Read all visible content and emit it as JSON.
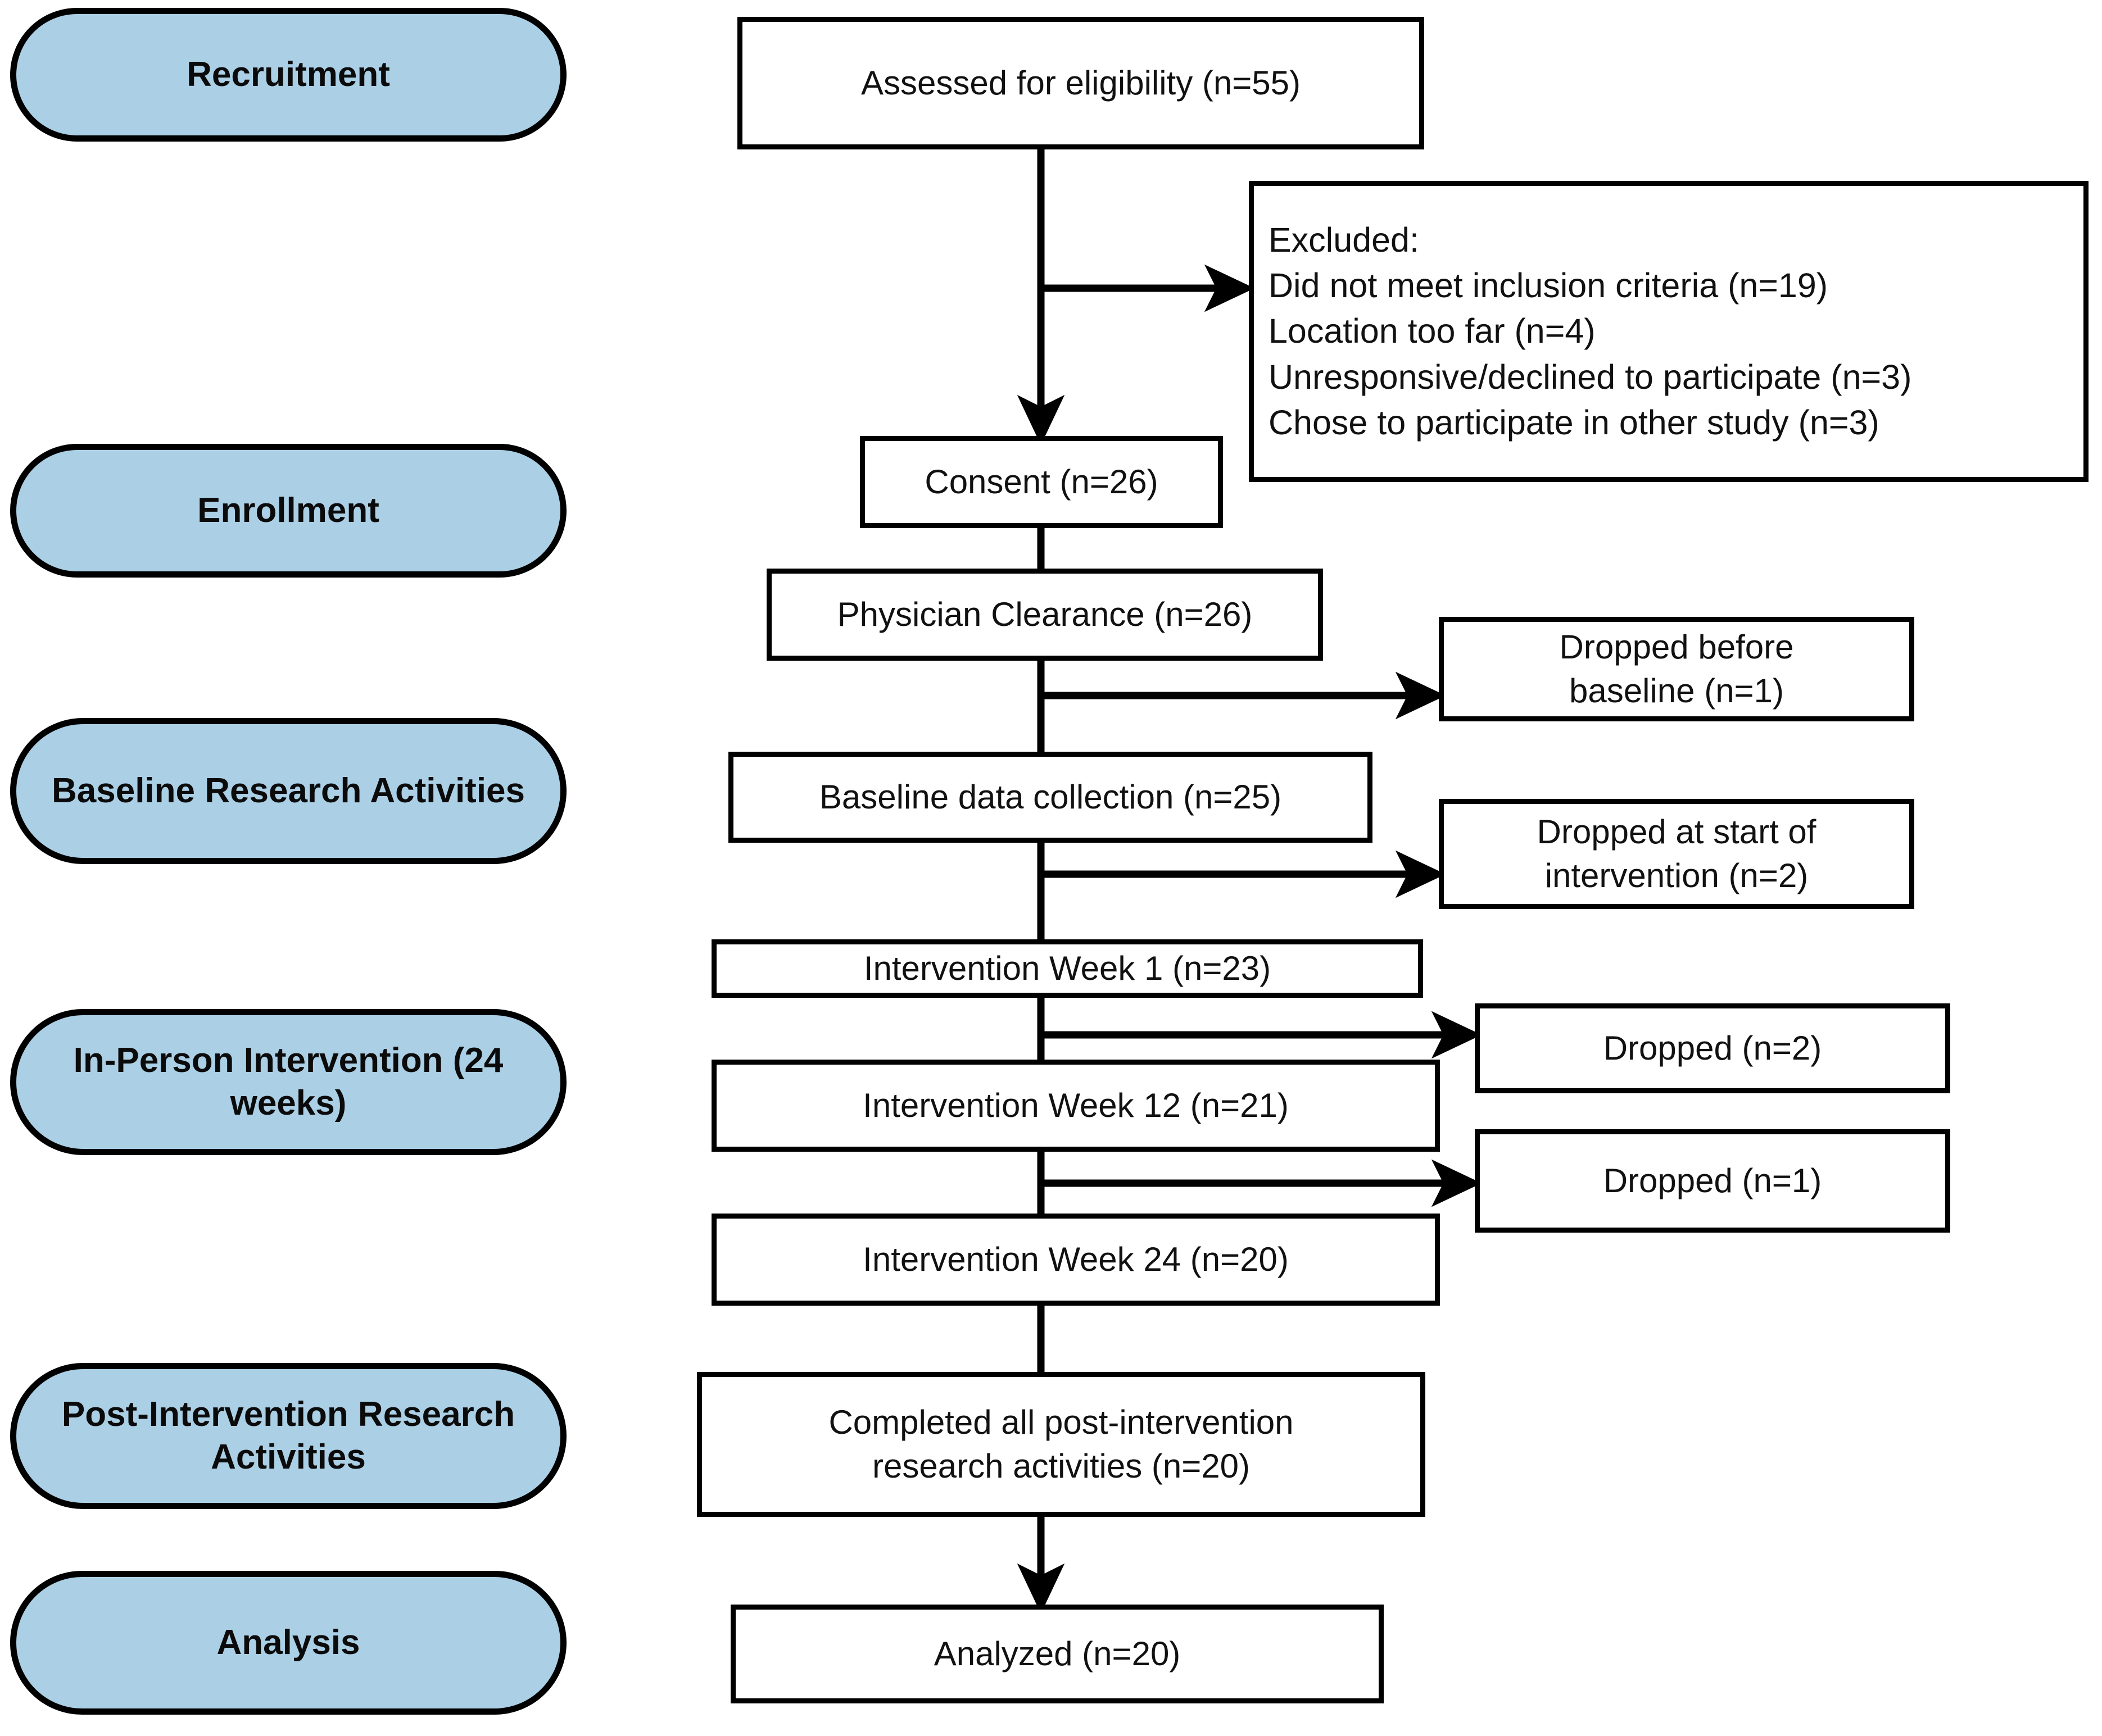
{
  "figure": {
    "type": "participant-flow-diagram",
    "accent_color": "#abcfe5",
    "line_color": "#000000",
    "background": "#ffffff"
  },
  "stages": [
    {
      "id": "recruitment",
      "label": "Recruitment"
    },
    {
      "id": "enrollment",
      "label": "Enrollment"
    },
    {
      "id": "baseline",
      "label": "Baseline Research\nActivities"
    },
    {
      "id": "intervention",
      "label": "In-Person Intervention\n(24 weeks)"
    },
    {
      "id": "post-intervention",
      "label": "Post-Intervention\nResearch Activities"
    },
    {
      "id": "analysis",
      "label": "Analysis"
    }
  ],
  "flow": [
    {
      "id": "assessed",
      "label": "Assessed for eligibility (n=55)",
      "n": 55
    },
    {
      "id": "consent",
      "label": "Consent  (n=26)",
      "n": 26
    },
    {
      "id": "physician-clearance",
      "label": "Physician Clearance (n=26)",
      "n": 26
    },
    {
      "id": "baseline-data",
      "label": "Baseline data collection (n=25)",
      "n": 25
    },
    {
      "id": "week1",
      "label": "Intervention Week 1 (n=23)",
      "n": 23
    },
    {
      "id": "week12",
      "label": "Intervention Week 12 (n=21)",
      "n": 21
    },
    {
      "id": "week24",
      "label": "Intervention Week 24 (n=20)",
      "n": 20
    },
    {
      "id": "completed",
      "label": "Completed all post-intervention\nresearch activities (n=20)",
      "n": 20
    },
    {
      "id": "analyzed",
      "label": "Analyzed (n=20)",
      "n": 20
    }
  ],
  "exclusions": {
    "id": "excluded",
    "title": "Excluded:",
    "reasons": [
      {
        "label": "Did not meet inclusion criteria (n=19)",
        "n": 19
      },
      {
        "label": "Location too far (n=4)",
        "n": 4
      },
      {
        "label": "Unresponsive/declined to participate (n=3)",
        "n": 3
      },
      {
        "label": "Chose to participate in other study (n=3)",
        "n": 3
      }
    ],
    "text": "Excluded:\nDid not meet inclusion criteria (n=19)\nLocation too far (n=4)\nUnresponsive/declined to participate (n=3)\nChose to participate in other study (n=3)"
  },
  "attrition": [
    {
      "id": "dropped-before-baseline",
      "label": "Dropped before\nbaseline (n=1)",
      "n": 1,
      "from": "physician-clearance"
    },
    {
      "id": "dropped-start-intervention",
      "label": "Dropped at start of\nintervention (n=2)",
      "n": 2,
      "from": "baseline-data"
    },
    {
      "id": "dropped-week1",
      "label": "Dropped (n=2)",
      "n": 2,
      "from": "week1"
    },
    {
      "id": "dropped-week12",
      "label": "Dropped (n=1)",
      "n": 1,
      "from": "week12"
    }
  ]
}
